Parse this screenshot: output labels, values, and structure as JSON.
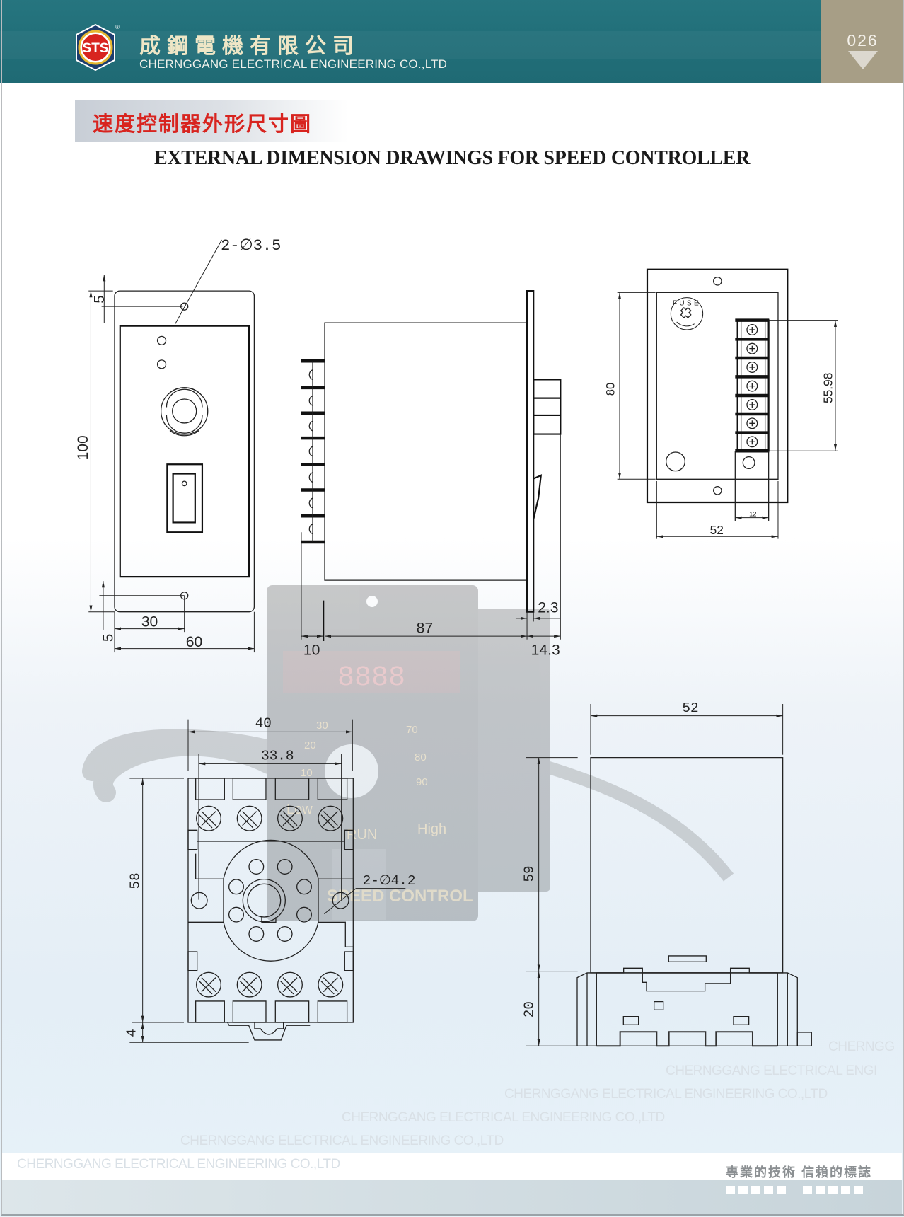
{
  "header": {
    "logo_text": "STS",
    "registered_mark": "®",
    "company_cn": "成鋼電機有限公司",
    "company_en": "CHERNGGANG ELECTRICAL ENGINEERING CO.,LTD",
    "page_number": "026"
  },
  "title": {
    "cn": "速度控制器外形尺寸圖",
    "en": "EXTERNAL DIMENSION DRAWINGS FOR SPEED CONTROLLER"
  },
  "front_view": {
    "holes": "2-∅3.5",
    "top_margin": "5",
    "height": "100",
    "bottom_margin": "5",
    "half_width": "30",
    "width": "60"
  },
  "side_view": {
    "flange": "2.3",
    "depth": "87",
    "terminal": "10",
    "front": "14.3"
  },
  "back_view": {
    "fuse": "FUSE",
    "height": "80",
    "terminal_span": "55.98",
    "terminal_width": "12",
    "width": "52"
  },
  "socket_view": {
    "width": "40",
    "hole_pitch": "33.8",
    "holes": "2-∅4.2",
    "height": "58",
    "clip": "4"
  },
  "relay_view": {
    "width": "52",
    "body_height": "59",
    "base_height": "20"
  },
  "photo": {
    "display": "8888",
    "dial": [
      "10",
      "20",
      "30",
      "70",
      "80",
      "90"
    ],
    "low": "Low",
    "high": "High",
    "run": "RUN",
    "brand": "SPEED CONTROL"
  },
  "watermarks": [
    "CHERNGG",
    "CHERNGGANG ELECTRICAL ENGI",
    "CHERNGGANG ELECTRICAL ENGINEERING CO.,LTD",
    "CHERNGGANG ELECTRICAL ENGINEERING CO.,LTD",
    "CHERNGGANG ELECTRICAL ENGINEERING CO.,LTD",
    "CHERNGGANG ELECTRICAL ENGINEERING CO.,LTD"
  ],
  "footer": {
    "slogan": "專業的技術  信賴的標誌"
  },
  "colors": {
    "header": "#22707a",
    "page_box": "#a79e86",
    "title_red": "#d8241f"
  }
}
